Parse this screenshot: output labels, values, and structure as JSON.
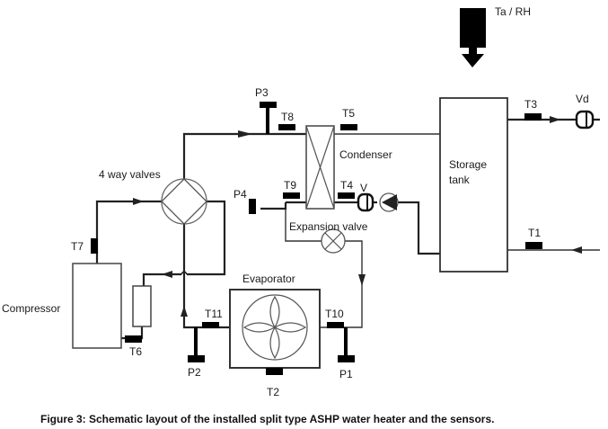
{
  "figure": {
    "caption": "Figure 3: Schematic layout of the installed split type ASHP water heater and the sensors."
  },
  "components": {
    "compressor": "Compressor",
    "four_way_valve": "4 way valves",
    "condenser": "Condenser",
    "expansion_valve": "Expansion valve",
    "evaporator": "Evaporator",
    "storage_tank_line1": "Storage",
    "storage_tank_line2": "tank"
  },
  "sensors": {
    "ambient": "Ta / RH",
    "t1": "T1",
    "t2": "T2",
    "t3": "T3",
    "t4": "T4",
    "t5": "T5",
    "t6": "T6",
    "t7": "T7",
    "t8": "T8",
    "t9": "T9",
    "t10": "T10",
    "t11": "T11",
    "p1": "P1",
    "p2": "P2",
    "p3": "P3",
    "p4": "P4",
    "v": "V",
    "vd": "Vd"
  }
}
